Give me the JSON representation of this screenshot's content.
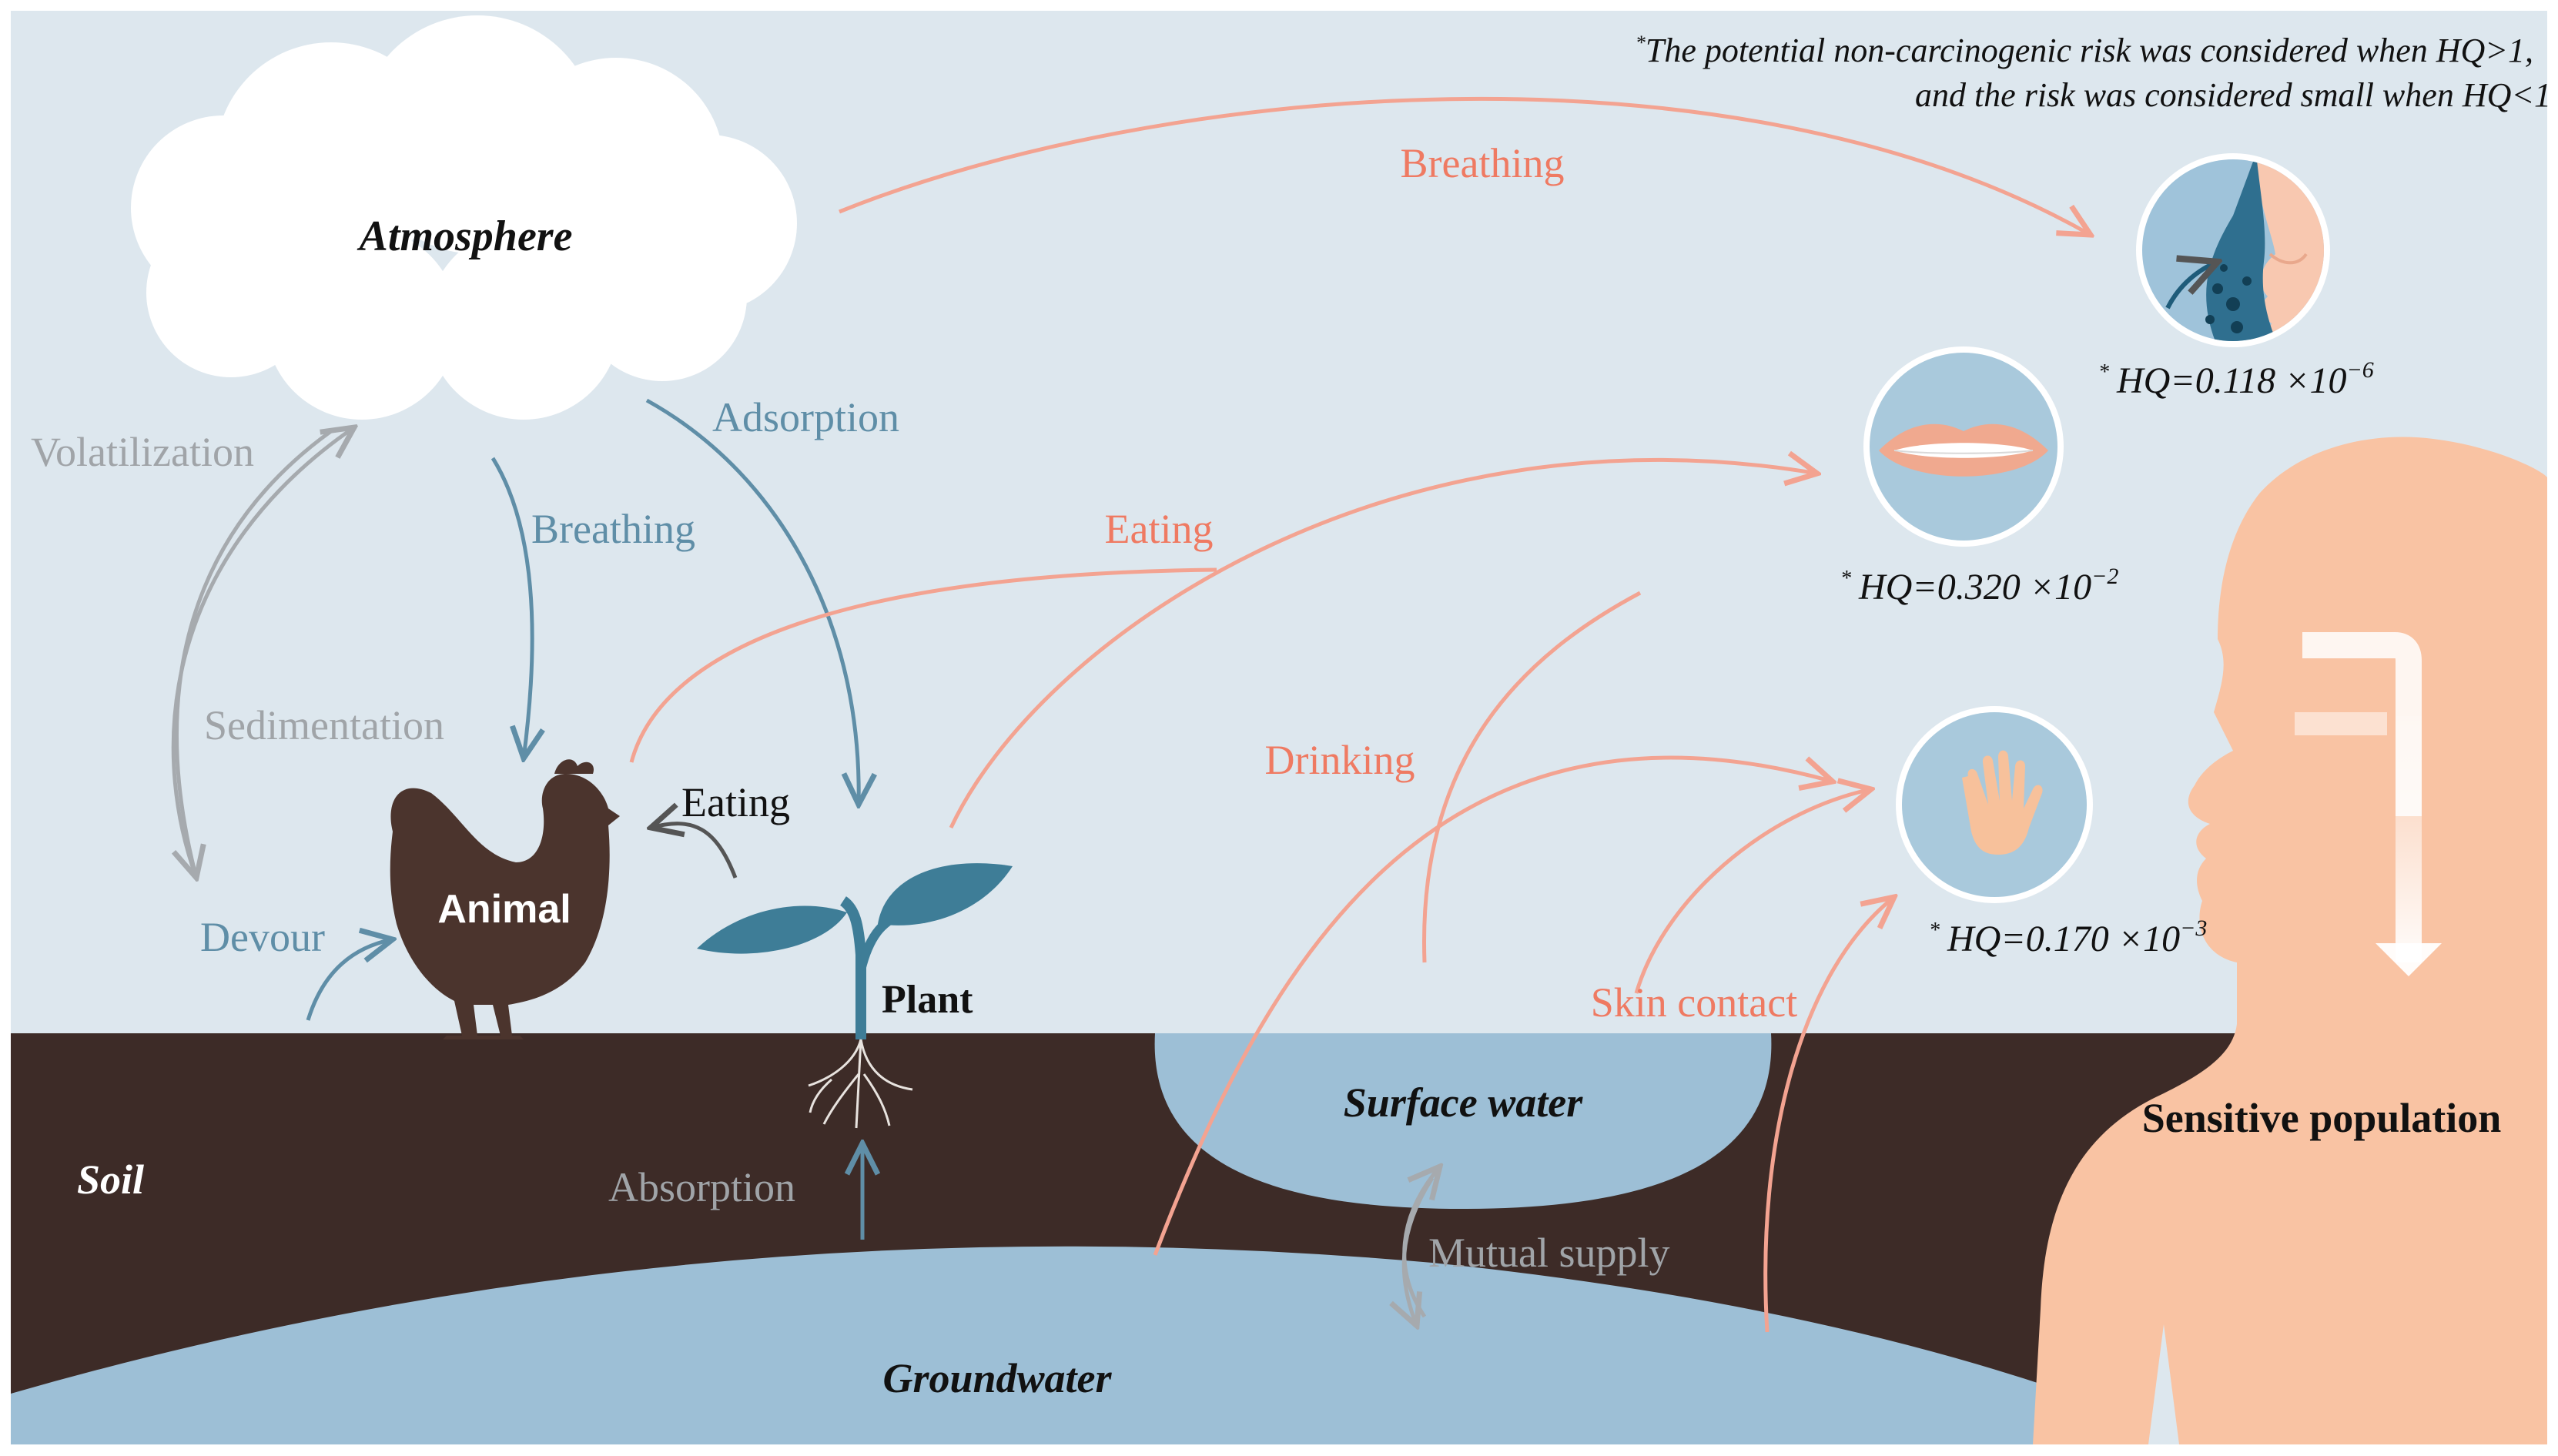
{
  "labels": {
    "atmosphere": "Atmosphere",
    "soil": "Soil",
    "surface_water": "Surface water",
    "groundwater": "Groundwater",
    "animal": "Animal",
    "plant": "Plant",
    "sensitive_population": "Sensitive population"
  },
  "pathways": {
    "volatilization": "Volatilization",
    "sedimentation": "Sedimentation",
    "breathing_animal": "Breathing",
    "adsorption": "Adsorption",
    "eating_animal": "Eating",
    "devour": "Devour",
    "absorption": "Absorption",
    "mutual_supply": "Mutual supply",
    "breathing_human": "Breathing",
    "eating_human": "Eating",
    "drinking": "Drinking",
    "skin_contact": "Skin contact"
  },
  "note": {
    "line1": "The potential non-carcinogenic risk was considered when HQ>1,",
    "line2": "and the risk was considered small when HQ<1",
    "marker": "*"
  },
  "hq": {
    "breathing": {
      "marker": "*",
      "text": "HQ=0.118 ×10",
      "exp": "−6"
    },
    "eating": {
      "marker": "*",
      "text": "HQ=0.320 ×10",
      "exp": "−2"
    },
    "skin": {
      "marker": "*",
      "text": "HQ=0.170 ×10",
      "exp": "−3"
    }
  },
  "colors": {
    "sky": "#dde7ee",
    "soil": "#3d2b27",
    "water": "#9dbfd6",
    "animal_arrow": "#5f8ea7",
    "volatile_arrow": "#a6aaae",
    "human_arrow": "#f3a391",
    "human_label": "#ef7a62",
    "person": "#f9c3a3",
    "chicken": "#4b342d",
    "plant": "#3e7d97"
  }
}
